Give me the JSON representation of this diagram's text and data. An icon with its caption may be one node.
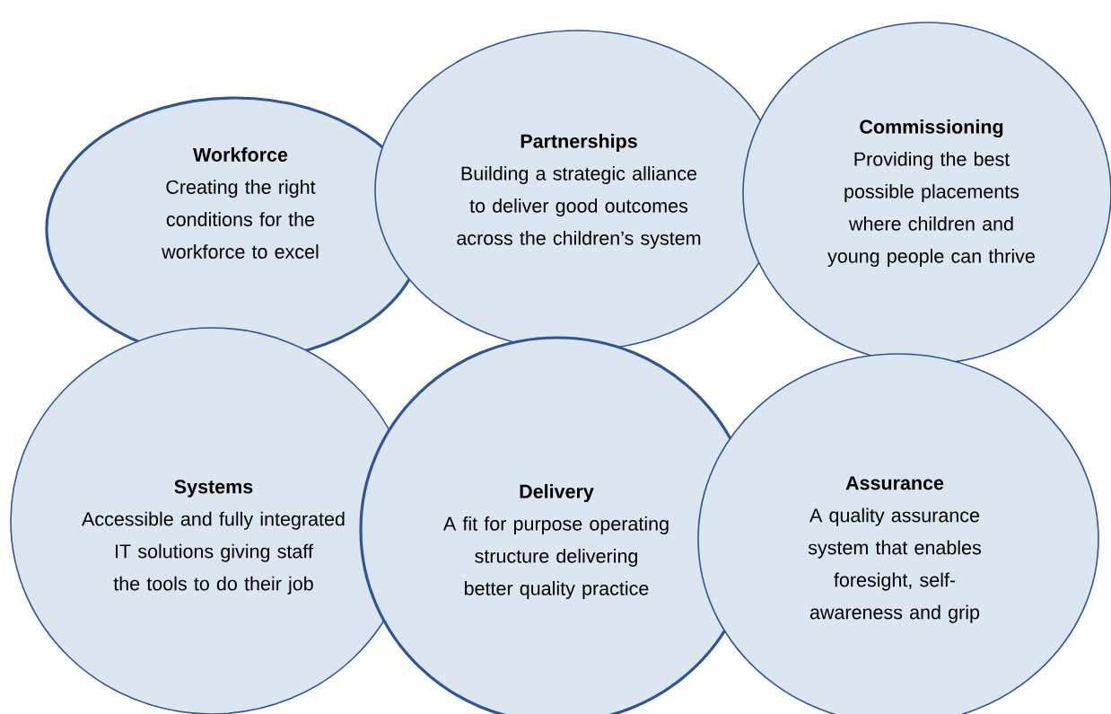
{
  "diagram": {
    "nodes": [
      {
        "text": [
          "Workforce",
          "Creating the right conditions for the workforce to excel"
        ]
      },
      {
        "text": [
          "Partnerships",
          "Building a strategic alliance to deliver good outcomes across the children’s system"
        ]
      },
      {
        "text": [
          "Commissioning",
          "Providing the best possible placements where children and young people can thrive"
        ]
      },
      {
        "text": [
          "Systems",
          "Accessible and fully integrated IT solutions giving staff the tools to do their job"
        ]
      },
      {
        "text": [
          "Delivery",
          "A fit for purpose operating structure delivering better quality practice"
        ]
      },
      {
        "text": [
          "Assurance",
          "A quality assurance system that enables foresight, self-awareness and grip"
        ]
      }
    ]
  }
}
